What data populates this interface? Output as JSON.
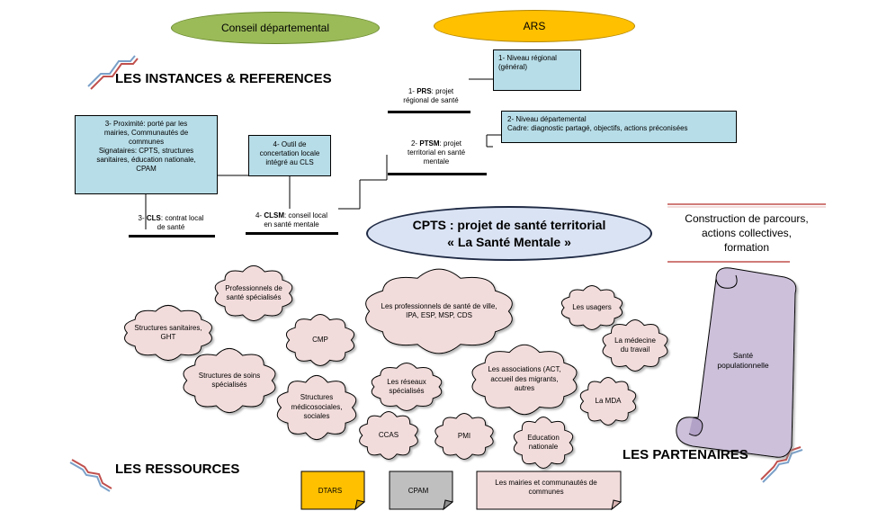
{
  "top": {
    "conseil": "Conseil départemental",
    "ars": "ARS"
  },
  "headings": {
    "instances": "LES INSTANCES & REFERENCES",
    "ressources": "LES RESSOURCES",
    "partenaires": "LES PARTENAIRES"
  },
  "regional": {
    "box_line1": "1- Niveau régional",
    "box_line2": "(général)",
    "prs_code": "PRS",
    "prs_prefix": "1- ",
    "prs_text": ": projet",
    "prs_line2": "régional de santé"
  },
  "departemental": {
    "box_line1": "2- Niveau départemental",
    "box_line2": "Cadre: diagnostic partagé, objectifs, actions préconisées",
    "ptsm_prefix": "2- ",
    "ptsm_code": "PTSM",
    "ptsm_text": ": projet",
    "ptsm_line2": "territorial en santé",
    "ptsm_line3": "mentale"
  },
  "proximite": {
    "line1": "3- Proximité: porté par les",
    "line2": "mairies, Communautés de",
    "line3": "communes",
    "line4": "Signataires: CPTS, structures",
    "line5": "sanitaires, éducation nationale,",
    "line6": "CPAM",
    "cls_prefix": "3- ",
    "cls_code": "CLS",
    "cls_text": ": contrat local",
    "cls_line2": "de santé"
  },
  "outil": {
    "line1": "4- Outil de",
    "line2": "concertation locale",
    "line3": "intégré au CLS",
    "clsm_prefix": "4- ",
    "clsm_code": "CLSM",
    "clsm_text": ": conseil local",
    "clsm_line2": "en santé mentale"
  },
  "center": {
    "line1": "CPTS : projet de santé territorial",
    "line2": "« La Santé Mentale »"
  },
  "construction": {
    "line1": "Construction de parcours,",
    "line2": "actions collectives,",
    "line3": "formation"
  },
  "scroll": {
    "line1": "Santé",
    "line2": "populationnelle"
  },
  "clouds": {
    "professionnels_specialises": [
      "Professionnels de",
      "santé spécialisés"
    ],
    "structures_sanitaires": [
      "Structures sanitaires,",
      "GHT"
    ],
    "cmp": [
      "CMP"
    ],
    "structures_soins": [
      "Structures de soins",
      "spécialisés"
    ],
    "structures_medico": [
      "Structures",
      "médicosociales,",
      "sociales"
    ],
    "professionnels_ville": [
      "Les professionnels de santé de ville,",
      "IPA, ESP, MSP, CDS"
    ],
    "reseaux": [
      "Les réseaux",
      "spécialisés"
    ],
    "ccas": [
      "CCAS"
    ],
    "pmi": [
      "PMI"
    ],
    "associations": [
      "Les associations (ACT,",
      "accueil des migrants,",
      "autres"
    ],
    "education": [
      "Education",
      "nationale"
    ],
    "usagers": [
      "Les usagers"
    ],
    "medecine_travail": [
      "La médecine",
      "du travail"
    ],
    "mda": [
      "La MDA"
    ]
  },
  "notes": {
    "dtars": "DTARS",
    "cpam": "CPAM",
    "mairies": [
      "Les mairies et communautés de",
      "communes"
    ]
  },
  "colors": {
    "conseil_fill": "#9bbb59",
    "ars_fill": "#ffc000",
    "box_fill": "#b7dde8",
    "center_fill": "#dae3f3",
    "cloud_fill": "#f2dcdb",
    "scroll_fill": "#ccc0da",
    "dtars_fill": "#ffc000",
    "cpam_fill": "#bfbfbf",
    "mairies_fill": "#f2dcdb",
    "arrow_color": "#c0504d"
  }
}
